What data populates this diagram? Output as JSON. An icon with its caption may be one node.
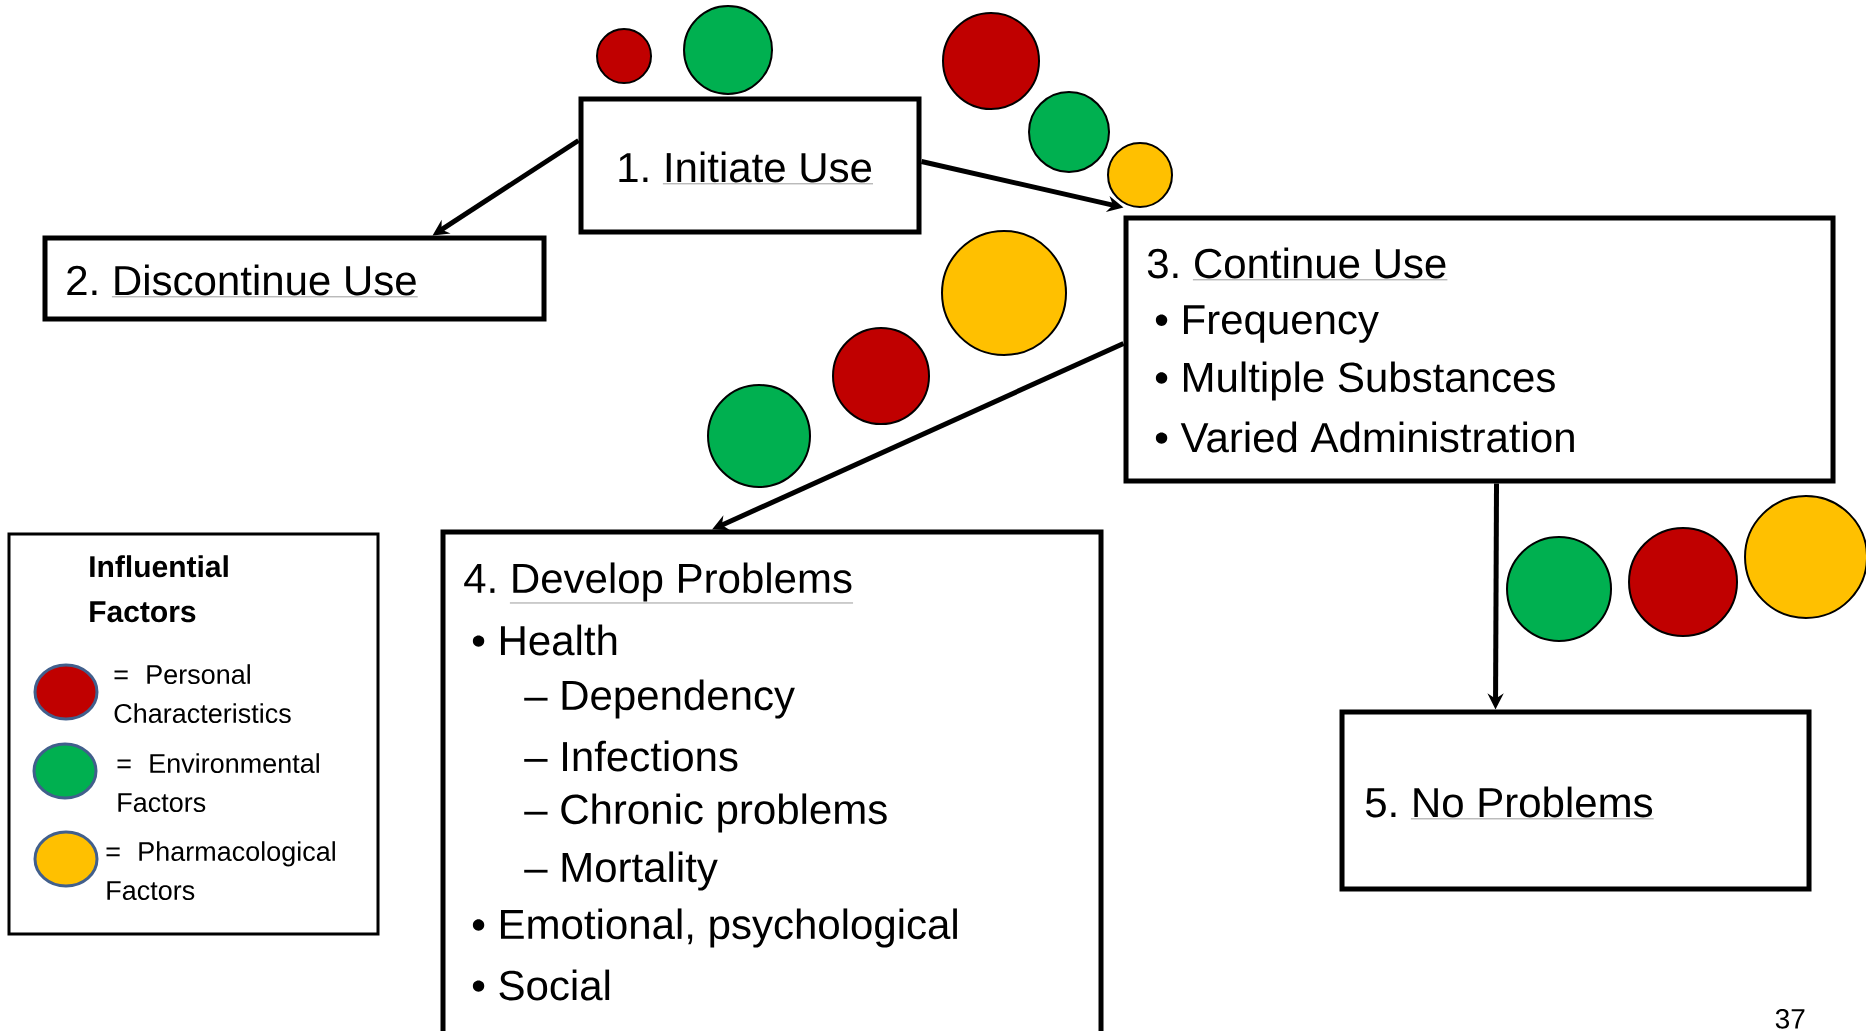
{
  "diagram": {
    "nodes": [
      {
        "text": [
          "1.",
          "Initiate Use"
        ]
      },
      {
        "text": [
          "2.",
          "Discontinue Use"
        ]
      },
      {
        "text": [
          "3.",
          "Continue Use",
          "• Frequency",
          "• Multiple Substances",
          "• Varied Administration"
        ]
      },
      {
        "text": [
          "4.",
          "Develop Problems",
          "• Health",
          "– Dependency",
          "– Infections",
          "– Chronic problems",
          "– Mortality",
          "• Emotional, psychological",
          "• Social"
        ]
      },
      {
        "text": [
          "5.",
          "No Problems"
        ]
      },
      {
        "text": [],
        "shape": "circle"
      },
      {
        "text": [],
        "shape": "circle"
      },
      {
        "text": [],
        "shape": "circle"
      },
      {
        "text": [],
        "shape": "circle"
      },
      {
        "text": [],
        "shape": "circle"
      },
      {
        "text": [],
        "shape": "circle"
      },
      {
        "text": [],
        "shape": "circle"
      },
      {
        "text": [],
        "shape": "circle"
      },
      {
        "text": [],
        "shape": "circle"
      },
      {
        "text": [],
        "shape": "circle"
      },
      {
        "text": [],
        "shape": "circle"
      }
    ],
    "edges": [
      {
        "from": 0,
        "to": 1,
        "arrow": "to"
      },
      {
        "from": 0,
        "to": 2,
        "arrow": "to"
      },
      {
        "from": 2,
        "to": 3,
        "arrow": "to"
      },
      {
        "from": 2,
        "to": 4,
        "arrow": "to"
      }
    ],
    "labels": [
      "Influential Factors",
      "37"
    ],
    "legend": [
      {
        "text": "= Personal Characteristics",
        "color": "#c00000"
      },
      {
        "text": "= Environmental Factors",
        "color": "#00b050"
      },
      {
        "text": "= Pharmacological Factors",
        "color": "#ffc000"
      }
    ]
  }
}
